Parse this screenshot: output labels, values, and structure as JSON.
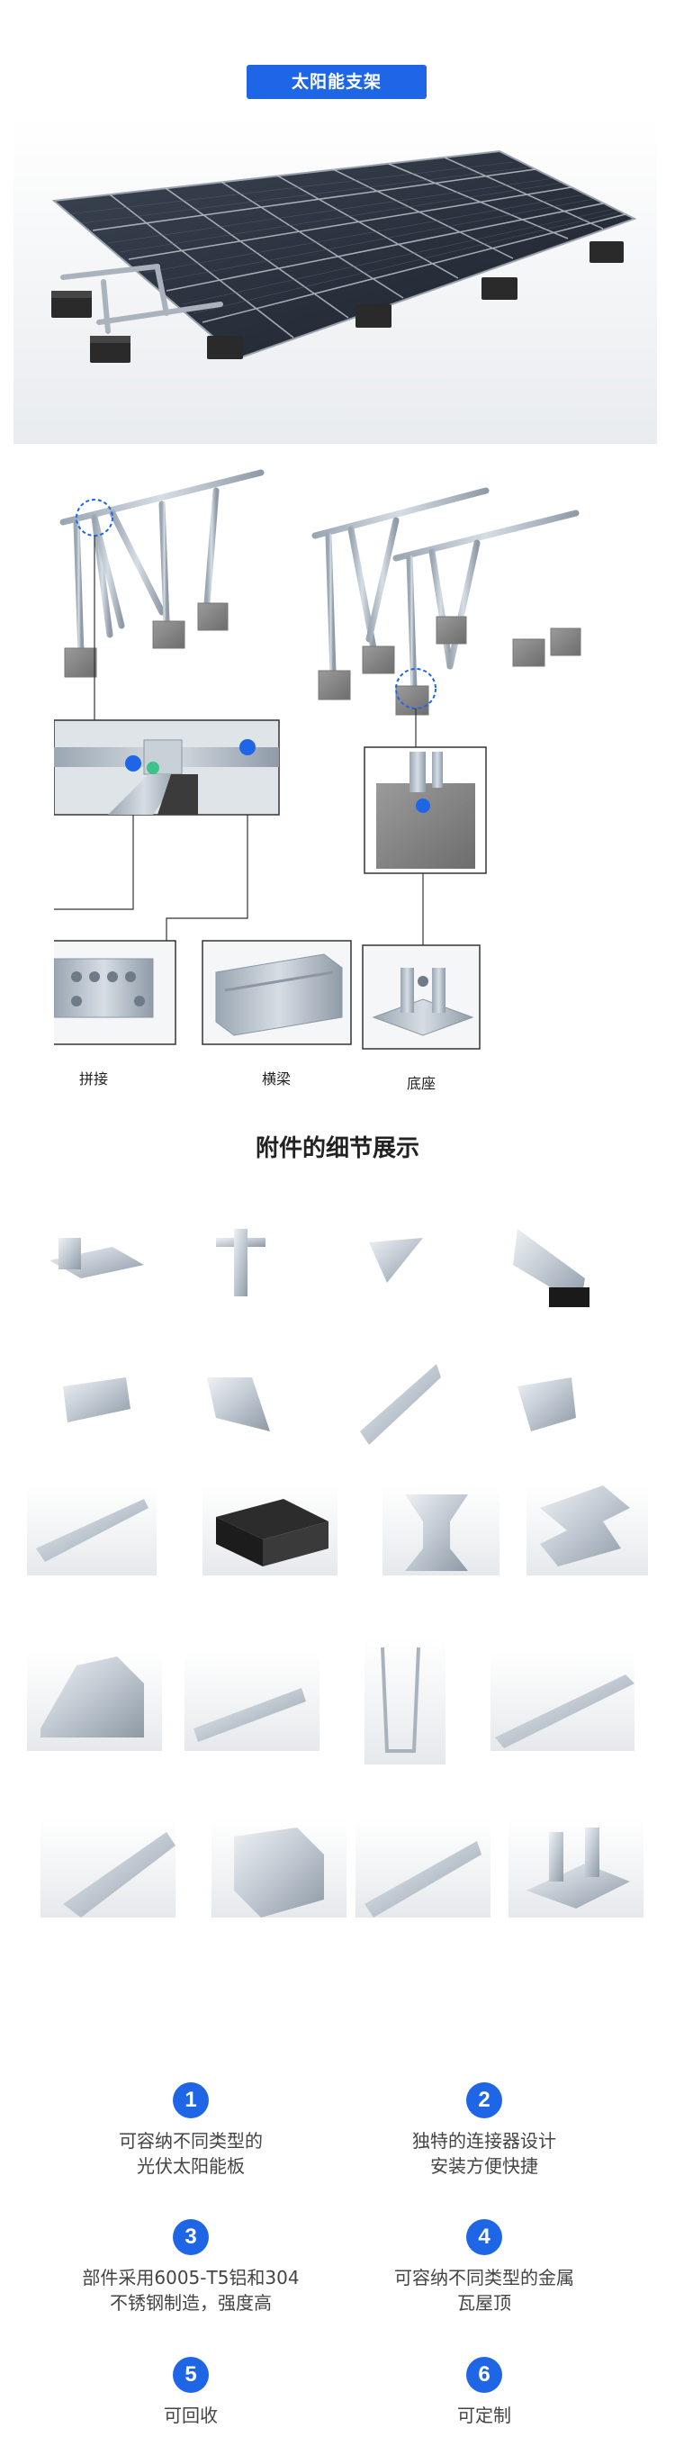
{
  "header": {
    "title": "太阳能支架"
  },
  "structure": {
    "labels": {
      "splice": "拼接",
      "beam": "横梁",
      "base": "底座"
    }
  },
  "accessories": {
    "title": "附件的细节展示"
  },
  "features": [
    {
      "number": "1",
      "text": "可容纳不同类型的\n光伏太阳能板"
    },
    {
      "number": "2",
      "text": "独特的连接器设计\n安装方便快捷"
    },
    {
      "number": "3",
      "text": "部件采用6005-T5铝和304\n不锈钢制造，强度高"
    },
    {
      "number": "4",
      "text": "可容纳不同类型的金属\n瓦屋顶"
    },
    {
      "number": "5",
      "text": "可回收"
    },
    {
      "number": "6",
      "text": "可定制"
    }
  ],
  "colors": {
    "accent": "#1e66e6",
    "aluminum": "#b8c2cc",
    "concrete": "#8a8a8a"
  }
}
